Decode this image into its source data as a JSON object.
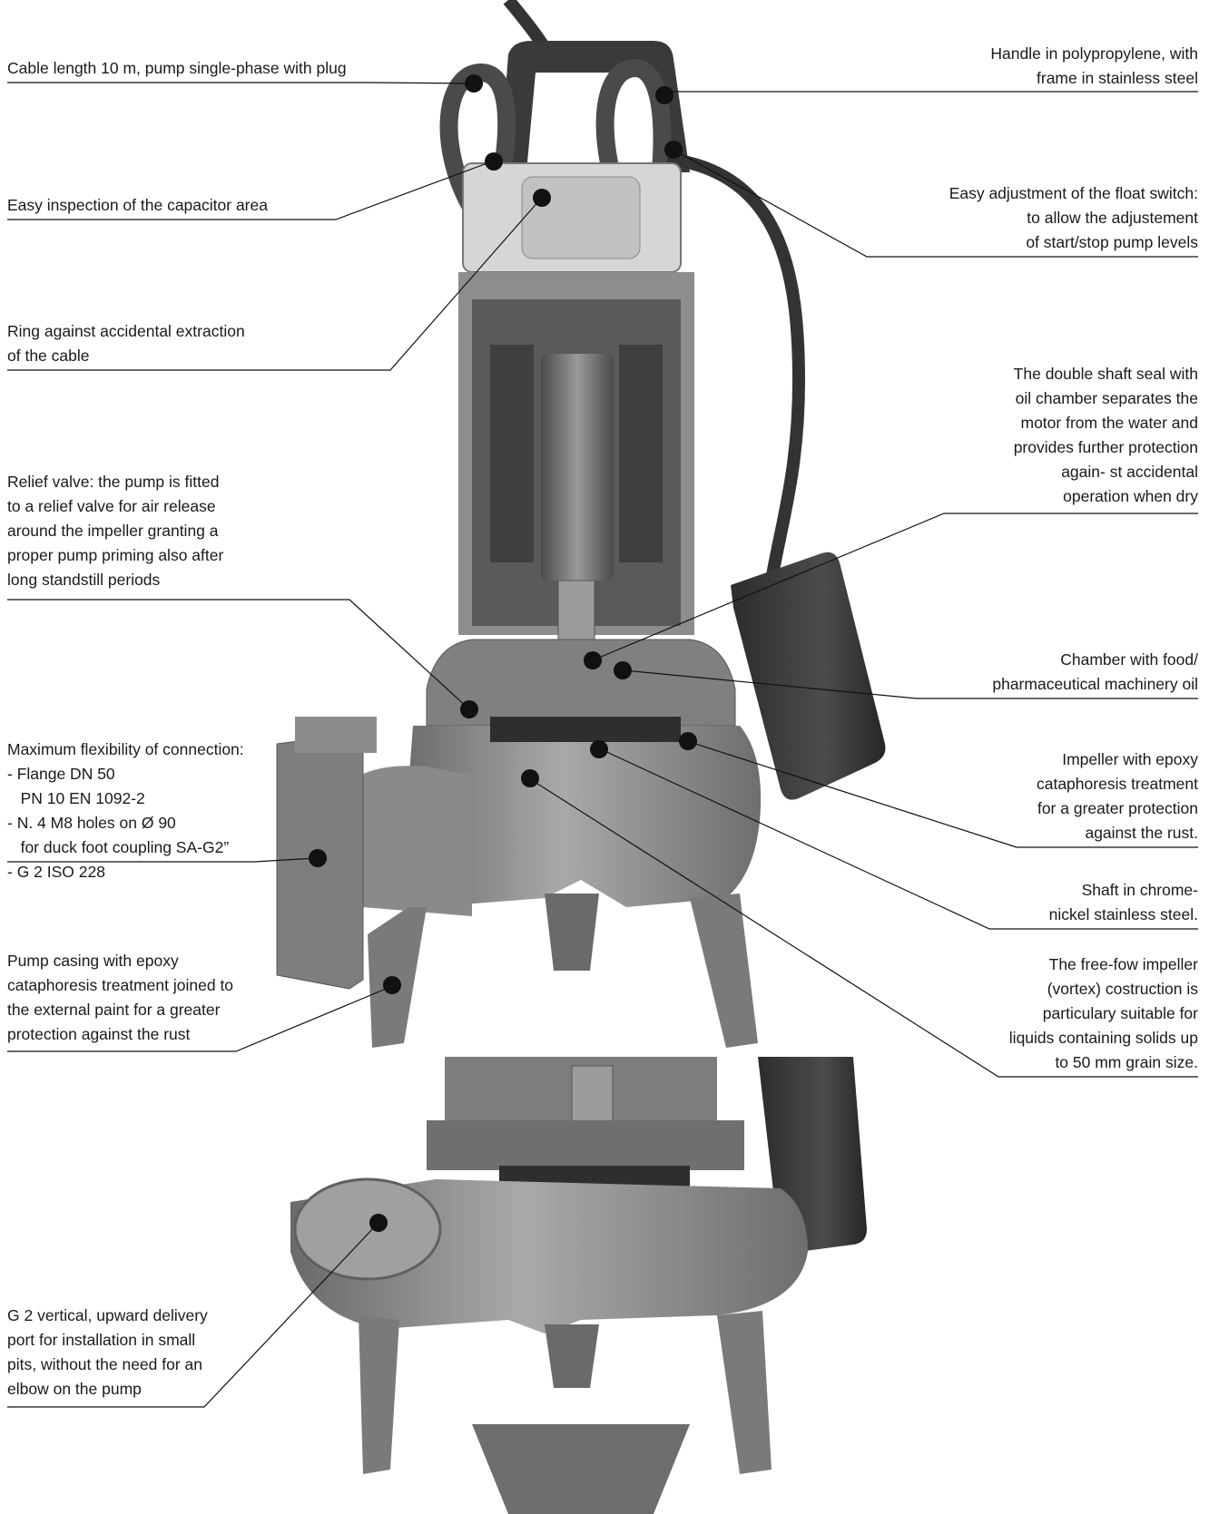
{
  "callouts": {
    "cable_length": "Cable length 10 m, pump single-phase with plug",
    "capacitor_inspection": "Easy inspection of the capacitor area",
    "ring_extraction": "Ring against accidental extraction\nof the cable",
    "relief_valve": "Relief valve: the pump is fitted\nto a relief valve for air release\naround the impeller granting a\nproper pump priming also after\nlong standstill periods",
    "flexibility": "Maximum flexibility of connection:\n- Flange DN 50\n   PN 10 EN 1092-2\n- N. 4 M8 holes on Ø 90\n   for duck foot coupling SA-G2”\n- G 2 ISO 228",
    "pump_casing": "Pump casing with epoxy\ncataphoresis treatment joined to\nthe external paint for a greater\nprotection against the rust",
    "vertical_port": "G 2 vertical, upward delivery\nport for installation in small\npits, without the need for an\nelbow on the pump",
    "handle": "Handle in polypropylene, with\nframe in stainless steel",
    "float_switch": "Easy adjustment of the float switch:\nto allow the adjustement\nof start/stop pump levels",
    "shaft_seal": "The double shaft seal with\noil chamber separates the\nmotor from the water and\nprovides further protection\nagain- st accidental\noperation when dry",
    "oil_chamber": "Chamber with food/\npharmaceutical machinery oil",
    "impeller": "Impeller with epoxy\ncataphoresis treatment\nfor a greater protection\nagainst the rust.",
    "shaft": "Shaft in chrome-\nnickel stainless steel.",
    "free_flow": "The free-fow impeller\n(vortex) costruction is\nparticulary suitable for\nliquids containing solids up\nto 50 mm grain size."
  },
  "colors": {
    "metal_dark": "#3c3c3c",
    "metal_mid": "#7d7d7d",
    "metal_light": "#b4b4b4",
    "leader": "#111111"
  }
}
